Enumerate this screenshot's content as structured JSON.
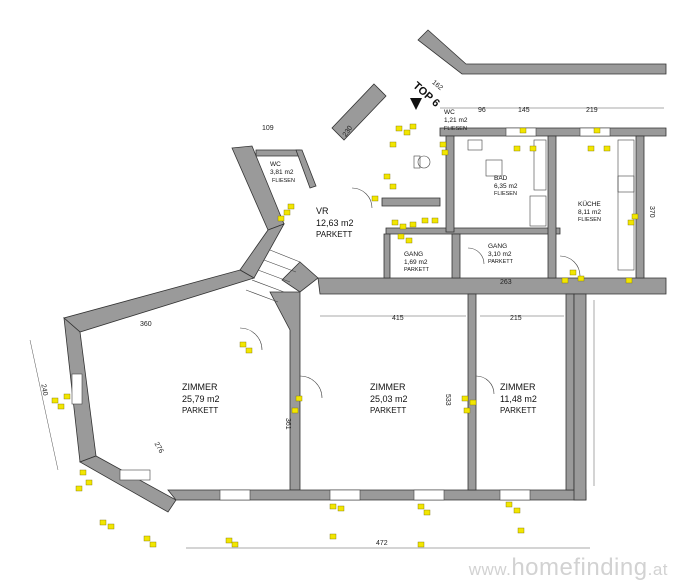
{
  "plan": {
    "unit_label": "TOP 6",
    "rooms": [
      {
        "id": "wc1",
        "name": "WC",
        "area": "1,21 m2",
        "floor": "FLIESEN"
      },
      {
        "id": "wc2",
        "name": "WC",
        "area": "3,81 m2",
        "floor": "FLIESEN"
      },
      {
        "id": "bad",
        "name": "BAD",
        "area": "6,35 m2",
        "floor": "FLIESEN"
      },
      {
        "id": "kueche",
        "name": "KÜCHE",
        "area": "8,11 m2",
        "floor": "FLIESEN"
      },
      {
        "id": "vr",
        "name": "VR",
        "area": "12,63 m2",
        "floor": "PARKETT"
      },
      {
        "id": "gang1",
        "name": "GANG",
        "area": "1,69 m2",
        "floor": "PARKETT"
      },
      {
        "id": "gang2",
        "name": "GANG",
        "area": "3,10 m2",
        "floor": "PARKETT"
      },
      {
        "id": "zimmer1",
        "name": "ZIMMER",
        "area": "25,79 m2",
        "floor": "PARKETT"
      },
      {
        "id": "zimmer2",
        "name": "ZIMMER",
        "area": "25,03 m2",
        "floor": "PARKETT"
      },
      {
        "id": "zimmer3",
        "name": "ZIMMER",
        "area": "11,48 m2",
        "floor": "PARKETT"
      }
    ],
    "dimensions": {
      "d_162": "162",
      "d_96": "96",
      "d_145": "145",
      "d_219": "219",
      "d_109": "109",
      "d_230": "230",
      "d_360": "360",
      "d_415": "415",
      "d_215": "215",
      "d_263": "263",
      "d_533": "533",
      "d_370": "370",
      "d_361": "361",
      "d_472": "472",
      "d_276": "276",
      "d_240": "240"
    }
  },
  "watermark": {
    "prefix": "www.",
    "brand": "homefinding",
    "suffix": ".at"
  }
}
